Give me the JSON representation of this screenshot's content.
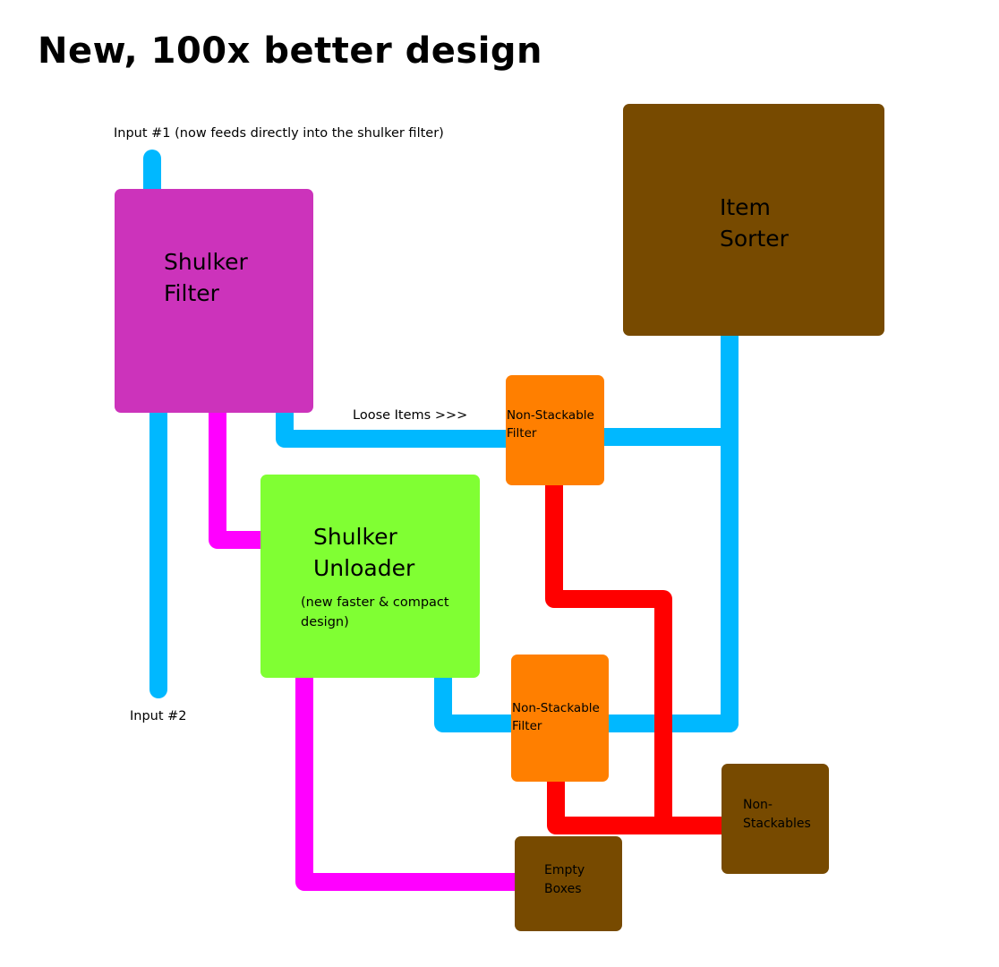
{
  "title": "New, 100x better design",
  "colors": {
    "background": "#ffffff",
    "water": "#00b8ff",
    "shulker_line": "#ff00ff",
    "nonstackable_line": "#ff0000",
    "shulker_filter": "#cc33bb",
    "item_sorter": "#774a00",
    "shulker_unloader": "#80ff33",
    "nonstackable_filter": "#ff7f00",
    "storage": "#774a00"
  },
  "labels": {
    "input1": "Input #1 (now feeds directly into the shulker filter)",
    "input2": "Input #2",
    "loose_items": "Loose Items >>>"
  },
  "blocks": {
    "shulker_filter": {
      "line1": "Shulker",
      "line2": "Filter"
    },
    "item_sorter": {
      "line1": "Item",
      "line2": "Sorter"
    },
    "shulker_unloader": {
      "line1": "Shulker",
      "line2": "Unloader",
      "note_line1": "(new faster & compact",
      "note_line2": "design)"
    },
    "nonstackable_filter_top": {
      "line1": "Non-Stackable",
      "line2": "Filter"
    },
    "nonstackable_filter_bottom": {
      "line1": "Non-Stackable",
      "line2": "Filter"
    },
    "non_stackables": {
      "line1": "Non-",
      "line2": "Stackables"
    },
    "empty_boxes": {
      "line1": "Empty",
      "line2": "Boxes"
    }
  }
}
